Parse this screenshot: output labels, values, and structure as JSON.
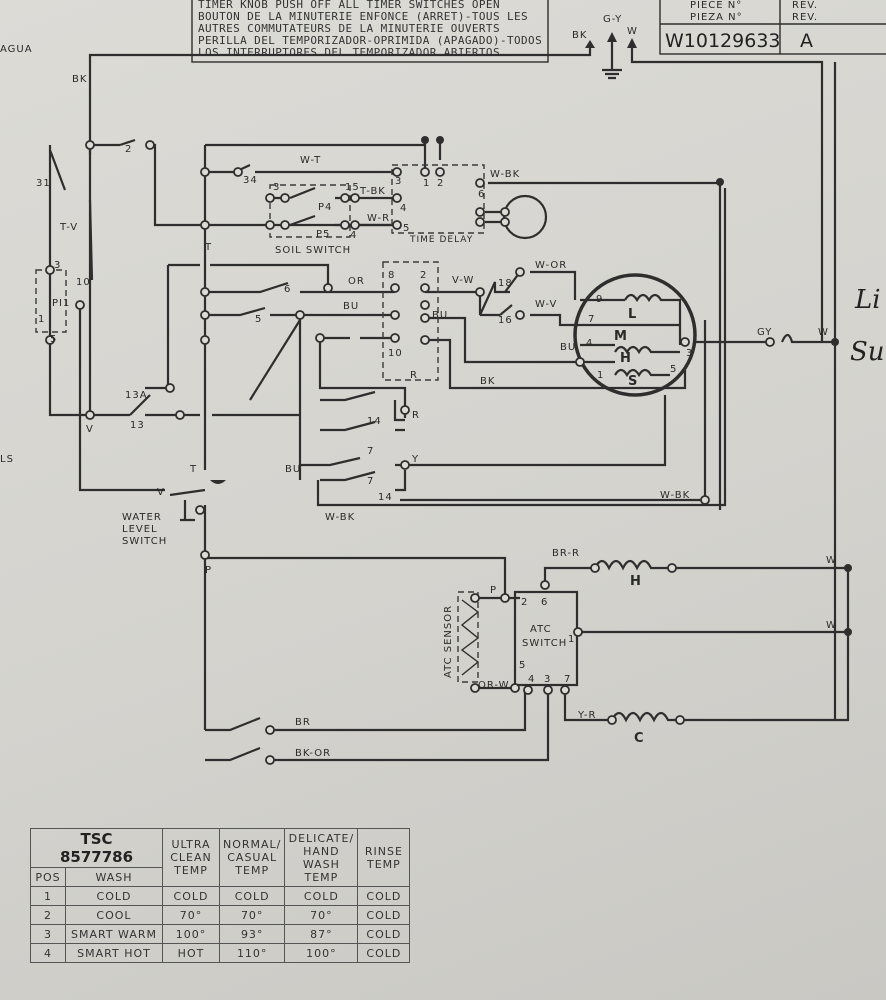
{
  "notice": [
    "TIMER KNOB PUSH OFF ALL TIMER SWITCHES OPEN",
    "BOUTON DE LA MINUTERIE ENFONCE (ARRET)-TOUS LES",
    "AUTRES COMMUTATEURS DE LA MINUTERIE OUVERTS",
    "PERILLA DEL TEMPORIZADOR-OPRIMIDA (APAGADO)-TODOS",
    "LOS INTERRUPTORES DEL TEMPORIZADOR ABIERTOS"
  ],
  "title_block": {
    "piece_label_fr": "PIECE N°",
    "piece_label_es": "PIEZA N°",
    "rev_label_1": "REV.",
    "rev_label_2": "REV.",
    "part_number": "W10129633",
    "revision": "A"
  },
  "margin_text": {
    "left_top": "AGUA",
    "left_mid": "LS",
    "hand_1": "Li",
    "hand_2": "Su"
  },
  "power": {
    "bk": "BK",
    "gy": "G-Y",
    "w": "W"
  },
  "wires": {
    "bk_left": "BK",
    "w_t": "W-T",
    "w_bk": "W-BK",
    "t_bk": "T-BK",
    "w_r": "W-R",
    "or": "OR",
    "bu1": "BU",
    "bu2": "BU",
    "bu3": "BU",
    "bu4": "BU",
    "v_w": "V-W",
    "w_or": "W-OR",
    "w_v": "W-V",
    "bk_mid": "BK",
    "gy": "GY",
    "w_right": "W",
    "w_bk2": "W-BK",
    "w_bk3": "W-BK",
    "br_r": "BR-R",
    "w1": "W",
    "w2": "W",
    "p": "P",
    "or_w": "OR-W",
    "y_r": "Y-R",
    "br": "BR",
    "bk_or": "BK-OR",
    "t_v": "T-V",
    "v": "V",
    "t1": "T",
    "t2": "T",
    "p2": "P",
    "r": "R",
    "y": "Y"
  },
  "components": {
    "soil_switch": "SOIL SWITCH",
    "time_delay": "TIME DELAY",
    "water_level_switch_1": "WATER",
    "water_level_switch_2": "LEVEL",
    "water_level_switch_3": "SWITCH",
    "atc_sensor": "ATC SENSOR",
    "atc_switch_1": "ATC",
    "atc_switch_2": "SWITCH",
    "motor_L": "L",
    "motor_M": "M",
    "motor_H": "H",
    "motor_S": "S",
    "valve_H": "H",
    "valve_C": "C",
    "p4": "P4",
    "p5": "P5",
    "pi1": "PI1",
    "res_R": "R"
  },
  "terminals": [
    "2",
    "31",
    "3",
    "10",
    "1",
    "5",
    "34",
    "3",
    "15",
    "4",
    "3",
    "4",
    "5",
    "1",
    "2",
    "6",
    "6",
    "5",
    "8",
    "2",
    "10",
    "18",
    "16",
    "9",
    "7",
    "4",
    "1",
    "3",
    "5",
    "13A",
    "13",
    "14",
    "7",
    "7",
    "14",
    "2",
    "6",
    "1",
    "5",
    "4",
    "3",
    "7"
  ],
  "table": {
    "title": "TSC",
    "number": "8577786",
    "headers": {
      "pos": "POS",
      "wash": "WASH",
      "ultra": "ULTRA CLEAN TEMP",
      "normal": "NORMAL/ CASUAL TEMP",
      "delicate": "DELICATE/ HAND WASH TEMP",
      "rinse": "RINSE TEMP"
    },
    "rows": [
      {
        "pos": "1",
        "wash": "COLD",
        "ultra": "COLD",
        "normal": "COLD",
        "delicate": "COLD",
        "rinse": "COLD"
      },
      {
        "pos": "2",
        "wash": "COOL",
        "ultra": "70°",
        "normal": "70°",
        "delicate": "70°",
        "rinse": "COLD"
      },
      {
        "pos": "3",
        "wash": "SMART WARM",
        "ultra": "100°",
        "normal": "93°",
        "delicate": "87°",
        "rinse": "COLD"
      },
      {
        "pos": "4",
        "wash": "SMART HOT",
        "ultra": "HOT",
        "normal": "110°",
        "delicate": "100°",
        "rinse": "COLD"
      }
    ]
  }
}
